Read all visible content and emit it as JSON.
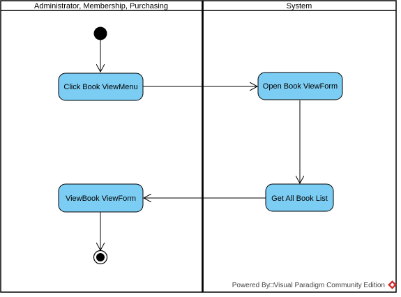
{
  "diagram": {
    "type": "uml-activity-diagram",
    "swimlanes": [
      {
        "id": "actor",
        "title": "Administrator, Membership, Purchasing"
      },
      {
        "id": "system",
        "title": "System"
      }
    ],
    "nodes": [
      {
        "id": "start",
        "kind": "initial-node",
        "lane": "actor"
      },
      {
        "id": "click-menu",
        "kind": "action",
        "lane": "actor",
        "label": "Click Book ViewMenu"
      },
      {
        "id": "open-form",
        "kind": "action",
        "lane": "system",
        "label": "Open Book ViewForm"
      },
      {
        "id": "get-list",
        "kind": "action",
        "lane": "system",
        "label": "Get All Book List"
      },
      {
        "id": "view-form",
        "kind": "action",
        "lane": "actor",
        "label": "ViewBook ViewForm"
      },
      {
        "id": "end",
        "kind": "final-node",
        "lane": "actor"
      }
    ],
    "edges": [
      {
        "from": "start",
        "to": "click-menu"
      },
      {
        "from": "click-menu",
        "to": "open-form"
      },
      {
        "from": "open-form",
        "to": "get-list"
      },
      {
        "from": "get-list",
        "to": "view-form"
      },
      {
        "from": "view-form",
        "to": "end"
      }
    ]
  },
  "colors": {
    "action_fill": "#7ccdf3",
    "action_stroke": "#000000",
    "line": "#000000",
    "brand_logo": "#d32f2f"
  },
  "watermark": {
    "text": "Powered By□Visual Paradigm Community Edition"
  }
}
